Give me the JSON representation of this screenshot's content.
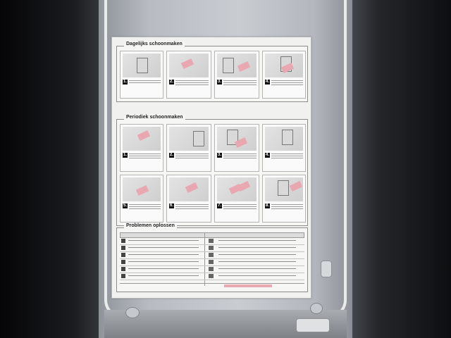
{
  "scene": "appliance-door-sticker",
  "sticker": {
    "daily_title": "Dagelijks schoonmaken",
    "periodic_title": "Periodiek schoonmaken",
    "problems_title": "Problemen oplossen"
  },
  "colors": {
    "machine_silver": "#c9ccd1",
    "sticker_bg": "#f1f1f0",
    "highlight_pink": "#e9a7b1",
    "frame_white": "#e9eaea"
  },
  "daily_steps": [
    {
      "num": "1."
    },
    {
      "num": "2."
    },
    {
      "num": "3."
    },
    {
      "num": "4."
    }
  ],
  "periodic_steps": [
    {
      "num": "1."
    },
    {
      "num": "2."
    },
    {
      "num": "3."
    },
    {
      "num": "4."
    },
    {
      "num": "5."
    },
    {
      "num": "6."
    },
    {
      "num": "7."
    },
    {
      "num": "8."
    }
  ]
}
